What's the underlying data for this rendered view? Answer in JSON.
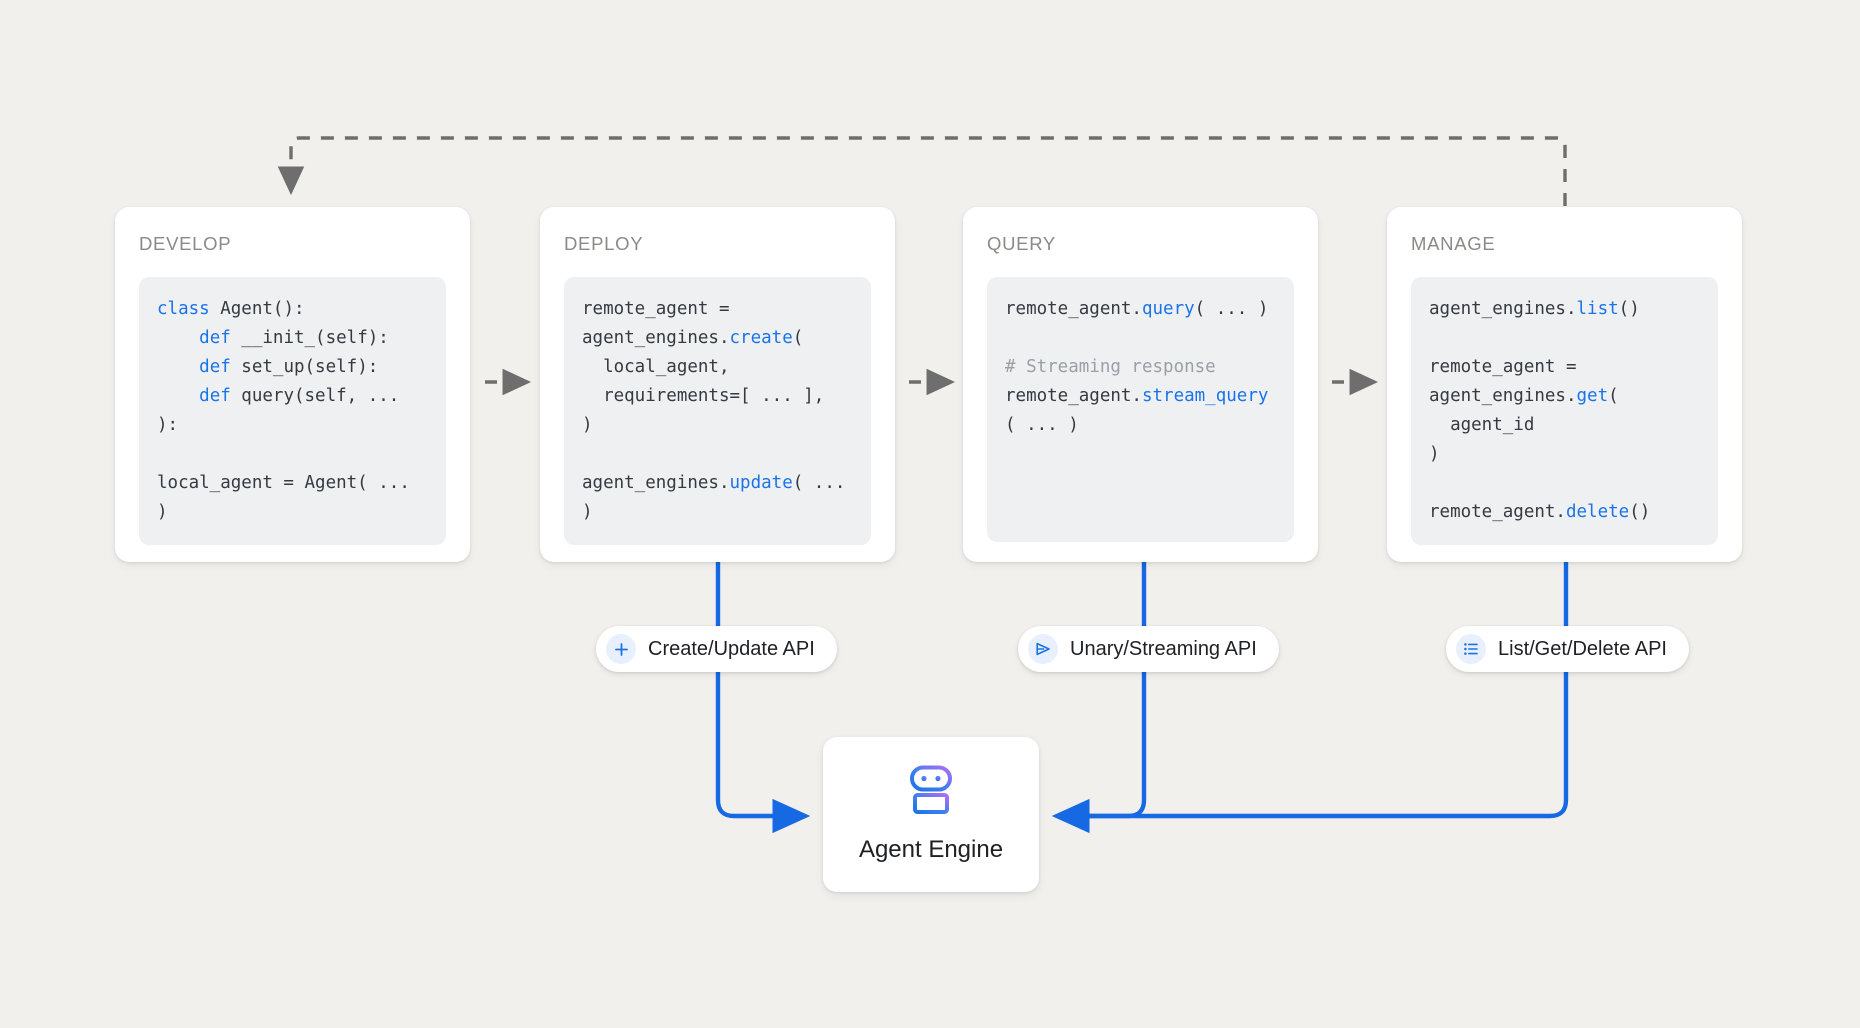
{
  "canvas": {
    "background": "#f1f0ed",
    "accent_blue": "#1a73e8",
    "dashed_gray": "#6e6e6e",
    "code_bg": "#eef0f2",
    "title_color": "#8a8a88"
  },
  "stages": [
    {
      "id": "develop",
      "title": "DEVELOP",
      "code_lines": [
        [
          {
            "t": "class",
            "c": "kw"
          },
          {
            "t": " Agent():",
            "c": ""
          }
        ],
        [
          {
            "t": "    ",
            "c": ""
          },
          {
            "t": "def",
            "c": "kw"
          },
          {
            "t": " __init_(self):",
            "c": ""
          }
        ],
        [
          {
            "t": "    ",
            "c": ""
          },
          {
            "t": "def",
            "c": "kw"
          },
          {
            "t": " set_up(self):",
            "c": ""
          }
        ],
        [
          {
            "t": "    ",
            "c": ""
          },
          {
            "t": "def",
            "c": "kw"
          },
          {
            "t": " query(self, ... ):",
            "c": ""
          }
        ],
        [
          {
            "t": "",
            "c": ""
          }
        ],
        [
          {
            "t": "local_agent = Agent( ... )",
            "c": ""
          }
        ]
      ]
    },
    {
      "id": "deploy",
      "title": "DEPLOY",
      "code_lines": [
        [
          {
            "t": "remote_agent =",
            "c": ""
          }
        ],
        [
          {
            "t": "agent_engines.",
            "c": ""
          },
          {
            "t": "create",
            "c": "fn"
          },
          {
            "t": "(",
            "c": ""
          }
        ],
        [
          {
            "t": "  local_agent,",
            "c": ""
          }
        ],
        [
          {
            "t": "  requirements=[ ... ],",
            "c": ""
          }
        ],
        [
          {
            "t": ")",
            "c": ""
          }
        ],
        [
          {
            "t": "",
            "c": ""
          }
        ],
        [
          {
            "t": "agent_engines.",
            "c": ""
          },
          {
            "t": "update",
            "c": "fn"
          },
          {
            "t": "( ... )",
            "c": ""
          }
        ]
      ]
    },
    {
      "id": "query",
      "title": "QUERY",
      "code_lines": [
        [
          {
            "t": "remote_agent.",
            "c": ""
          },
          {
            "t": "query",
            "c": "fn"
          },
          {
            "t": "( ... )",
            "c": ""
          }
        ],
        [
          {
            "t": "",
            "c": ""
          }
        ],
        [
          {
            "t": "# Streaming response",
            "c": "cmt"
          }
        ],
        [
          {
            "t": "remote_agent.",
            "c": ""
          },
          {
            "t": "stream_query",
            "c": "fn"
          }
        ],
        [
          {
            "t": "( ... )",
            "c": ""
          }
        ]
      ]
    },
    {
      "id": "manage",
      "title": "MANAGE",
      "code_lines": [
        [
          {
            "t": "agent_engines.",
            "c": ""
          },
          {
            "t": "list",
            "c": "fn"
          },
          {
            "t": "()",
            "c": ""
          }
        ],
        [
          {
            "t": "",
            "c": ""
          }
        ],
        [
          {
            "t": "remote_agent =",
            "c": ""
          }
        ],
        [
          {
            "t": "agent_engines.",
            "c": ""
          },
          {
            "t": "get",
            "c": "fn"
          },
          {
            "t": "(",
            "c": ""
          }
        ],
        [
          {
            "t": "  agent_id",
            "c": ""
          }
        ],
        [
          {
            "t": ")",
            "c": ""
          }
        ],
        [
          {
            "t": "",
            "c": ""
          }
        ],
        [
          {
            "t": "remote_agent.",
            "c": ""
          },
          {
            "t": "delete",
            "c": "fn"
          },
          {
            "t": "()",
            "c": ""
          }
        ]
      ]
    }
  ],
  "pills": [
    {
      "id": "create",
      "label": "Create/Update API",
      "icon": "plus-icon"
    },
    {
      "id": "unary",
      "label": "Unary/Streaming API",
      "icon": "send-triangle-icon"
    },
    {
      "id": "list",
      "label": "List/Get/Delete API",
      "icon": "list-lines-icon"
    }
  ],
  "agent_engine": {
    "label": "Agent Engine",
    "icon": "robot-icon",
    "gradient_from": "#b06ef5",
    "gradient_to": "#1a73e8"
  },
  "flow": {
    "feedback_arrow": "manage-to-develop-dashed",
    "stage_arrows": [
      "develop-to-deploy",
      "deploy-to-query",
      "query-to-manage"
    ]
  }
}
